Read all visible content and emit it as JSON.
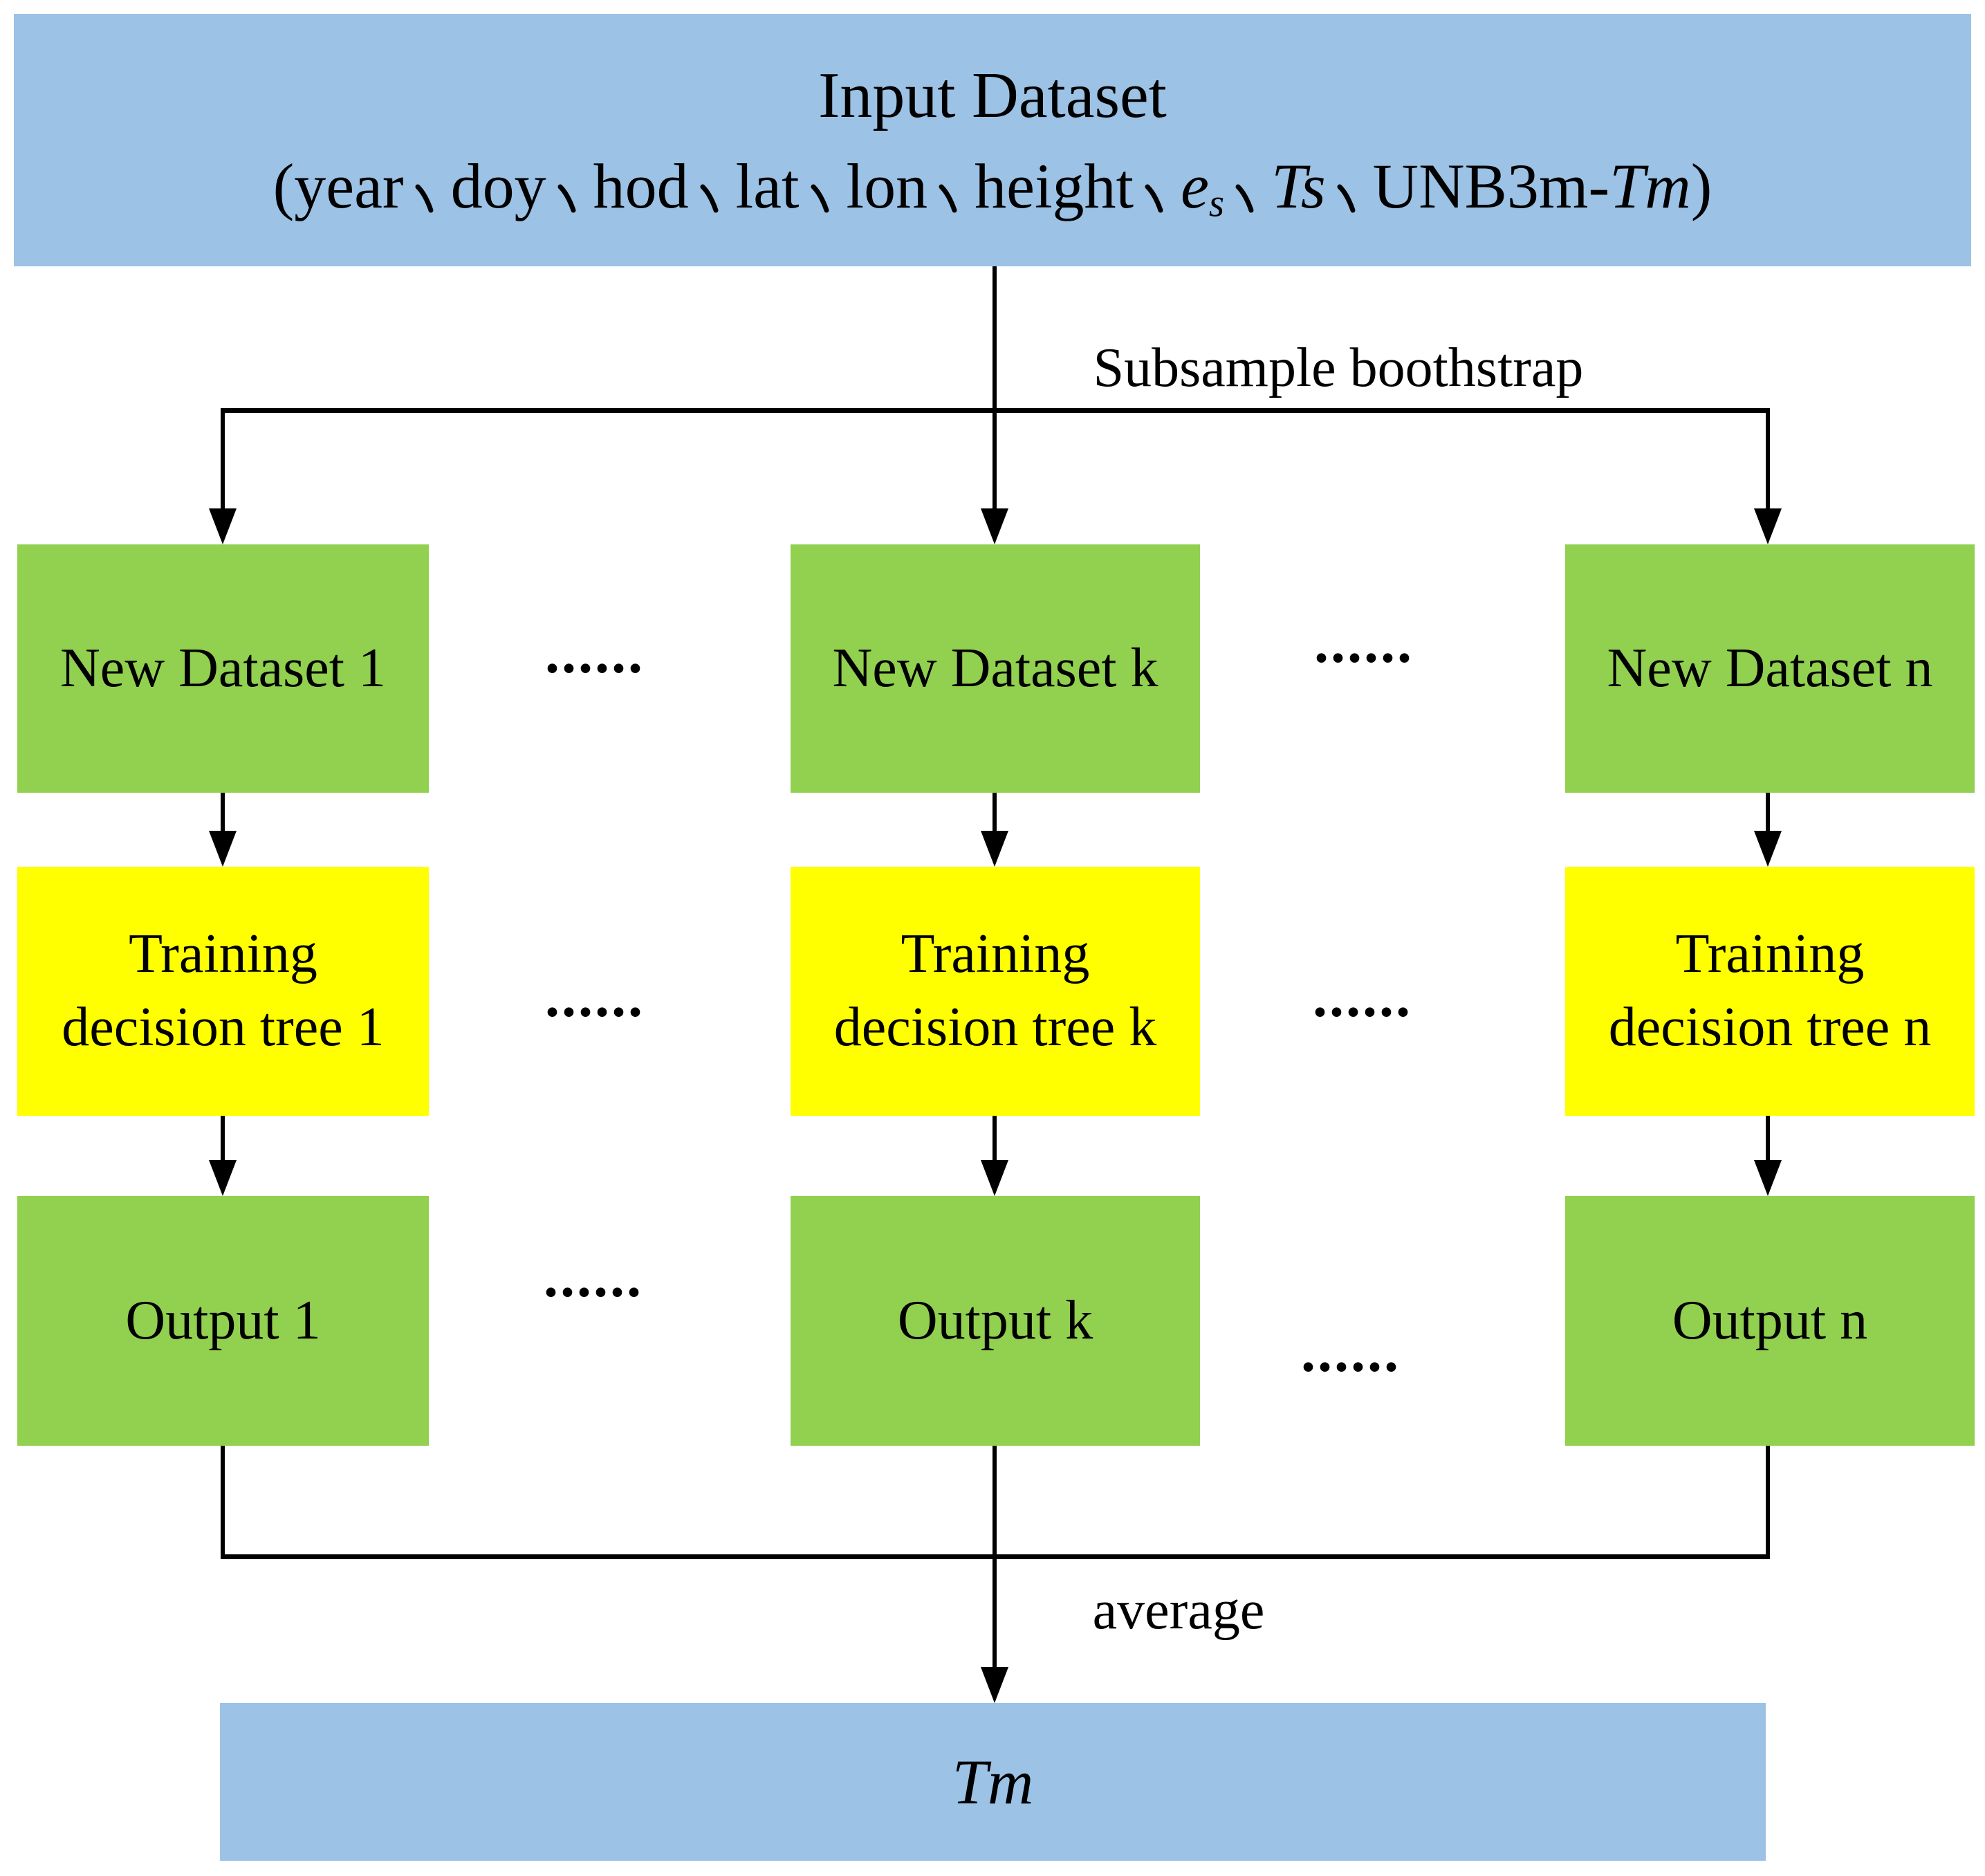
{
  "figure": {
    "type": "flowchart",
    "colors": {
      "box_blue": "#9CC2E5",
      "box_green": "#92D050",
      "box_yellow": "#FFFF00",
      "line": "#000000",
      "text": "#000000",
      "background": "#FFFFFF"
    },
    "input_box": {
      "title": "Input Dataset",
      "open_paren": "(",
      "close_paren": ")",
      "separator": "、",
      "params": [
        {
          "text": "year"
        },
        {
          "text": "doy"
        },
        {
          "text": "hod"
        },
        {
          "text": "lat"
        },
        {
          "text": "lon"
        },
        {
          "text": "height"
        },
        {
          "base": "e",
          "sub": "s"
        },
        {
          "text": "Ts"
        },
        {
          "plain": "UNB3m-",
          "italic_part": "Tm"
        }
      ],
      "full_text": "(year、doy、hod、lat、lon、height、es、Ts、UNB3m-Tm)"
    },
    "subsample_label": "Subsample boothstrap",
    "ellipsis": "......",
    "columns": [
      {
        "id": "1",
        "dataset_label": "New Dataset 1",
        "training_line1": "Training",
        "training_line2": "decision tree 1",
        "output_label": "Output 1"
      },
      {
        "id": "k",
        "dataset_label": "New Dataset k",
        "training_line1": "Training",
        "training_line2": "decision tree k",
        "output_label": "Output k"
      },
      {
        "id": "n",
        "dataset_label": "New Dataset n",
        "training_line1": "Training",
        "training_line2": "decision tree n",
        "output_label": "Output n"
      }
    ],
    "average_label": "average",
    "result_box": {
      "label": "Tm"
    }
  }
}
